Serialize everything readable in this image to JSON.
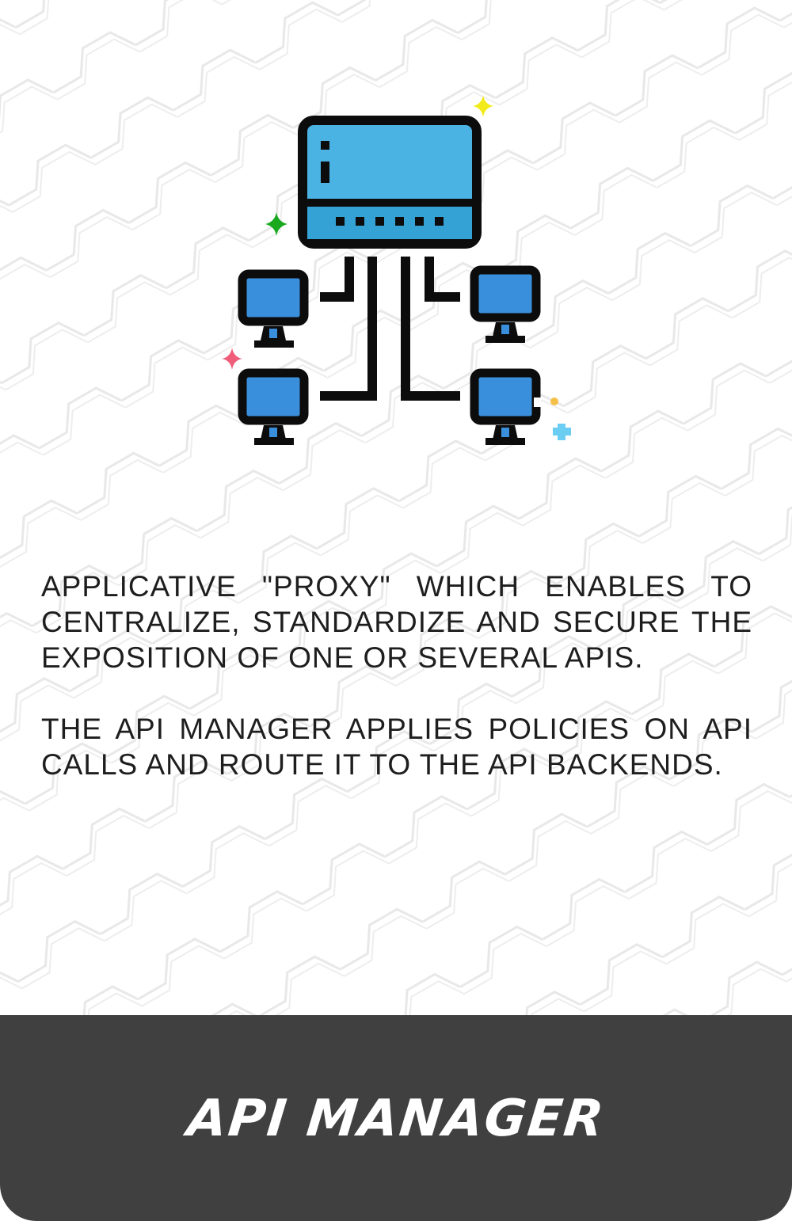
{
  "description": {
    "paragraph_1": "APPLICATIVE \"PROXY\" WHICH ENABLES TO CENTRALIZE, STANDARDIZE AND SECURE THE EXPOSITION OF ONE OR SEVERAL APIS.",
    "paragraph_2": "THE API MANAGER APPLIES POLICIES ON API CALLS AND ROUTE IT TO THE API BACKENDS."
  },
  "footer": {
    "title": "API MANAGER"
  },
  "illustration": {
    "icon": "server-network-icon",
    "colors": {
      "outline": "#0c0c0c",
      "server_top": "#4bb3e4",
      "server_bottom": "#35a2d6",
      "monitor_screen": "#3a8fdc",
      "sparkle_yellow": "#f2ea1a",
      "sparkle_green": "#1aa81f",
      "sparkle_pink": "#f05d7a",
      "sparkle_blue": "#6ccdf2",
      "dot_orange": "#f5c04a"
    }
  },
  "colors": {
    "footer_bg": "#404040",
    "text": "#1e1e1e",
    "pattern": "#e9e9e9"
  }
}
